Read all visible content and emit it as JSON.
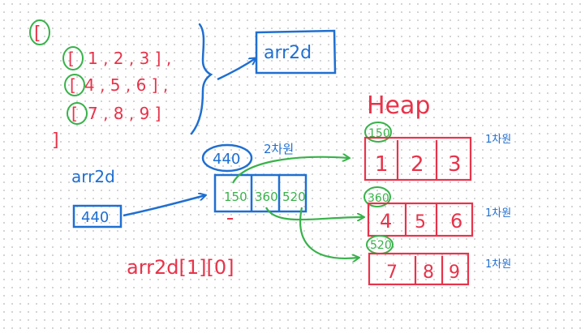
{
  "colors": {
    "red": "#e8334a",
    "blue": "#1f6fd1",
    "green": "#38b24a"
  },
  "array_literal": {
    "open_bracket": "[",
    "rows": [
      {
        "bracket": "[",
        "text": "1 , 2 , 3 ] ,"
      },
      {
        "bracket": "[",
        "text": "4 , 5 , 6 ] ,"
      },
      {
        "bracket": "[",
        "text": "7 , 8 , 9 ]"
      }
    ],
    "close_bracket": "]"
  },
  "top_variable_box": "arr2d",
  "stack": {
    "label": "arr2d",
    "value": "440"
  },
  "outer_array": {
    "address": "440",
    "address_caption": "2차원",
    "cells": [
      "150",
      "360",
      "520"
    ]
  },
  "heap": {
    "title": "Heap",
    "rows": [
      {
        "address": "150",
        "cells": [
          "1",
          "2",
          "3"
        ],
        "side_label": "1차원"
      },
      {
        "address": "360",
        "cells": [
          "4",
          "5",
          "6"
        ],
        "side_label": "1차원"
      },
      {
        "address": "520",
        "cells": [
          "7",
          "8",
          "9"
        ],
        "side_label": "1차원"
      }
    ]
  },
  "access_expression": "arr2d[1][0]"
}
